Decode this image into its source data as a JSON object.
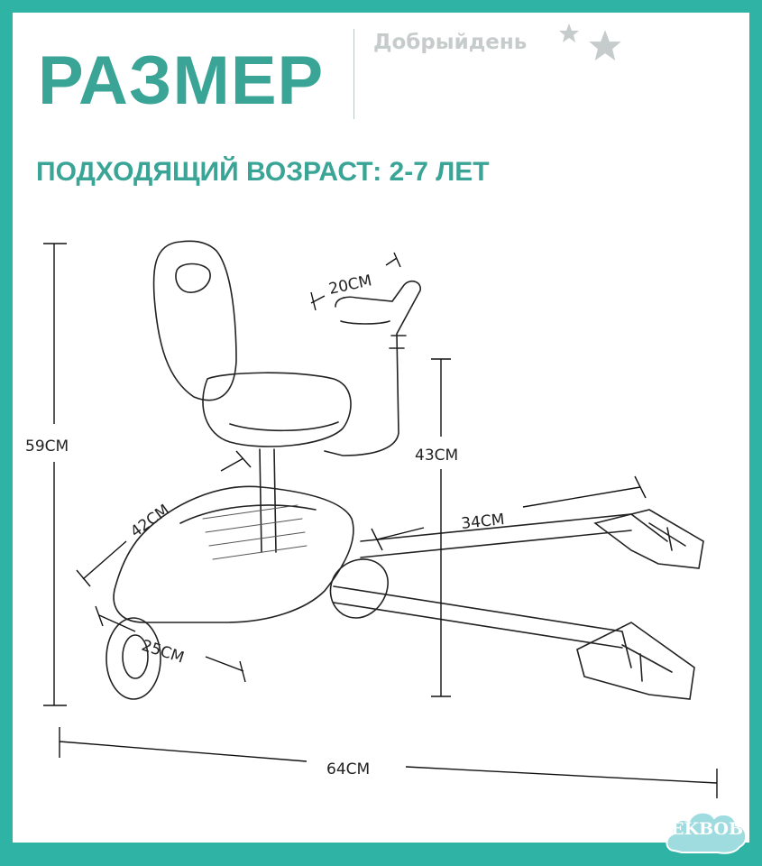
{
  "header": {
    "title": "РАЗМЕР",
    "brand": "Добрыйдень",
    "subtitle": "ПОДХОДЯЩИЙ ВОЗРАСТ: 2-7 ЛЕТ"
  },
  "dimensions": {
    "handle": "20CM",
    "total_height": "59CM",
    "handle_height": "43CM",
    "seat_depth": "42CM",
    "frame_length": "34CM",
    "board_length": "25CM",
    "total_length": "64CM"
  },
  "logo": {
    "text": "EKBOB"
  },
  "colors": {
    "frame": "#2fb3a4",
    "accent": "#3aa596"
  }
}
